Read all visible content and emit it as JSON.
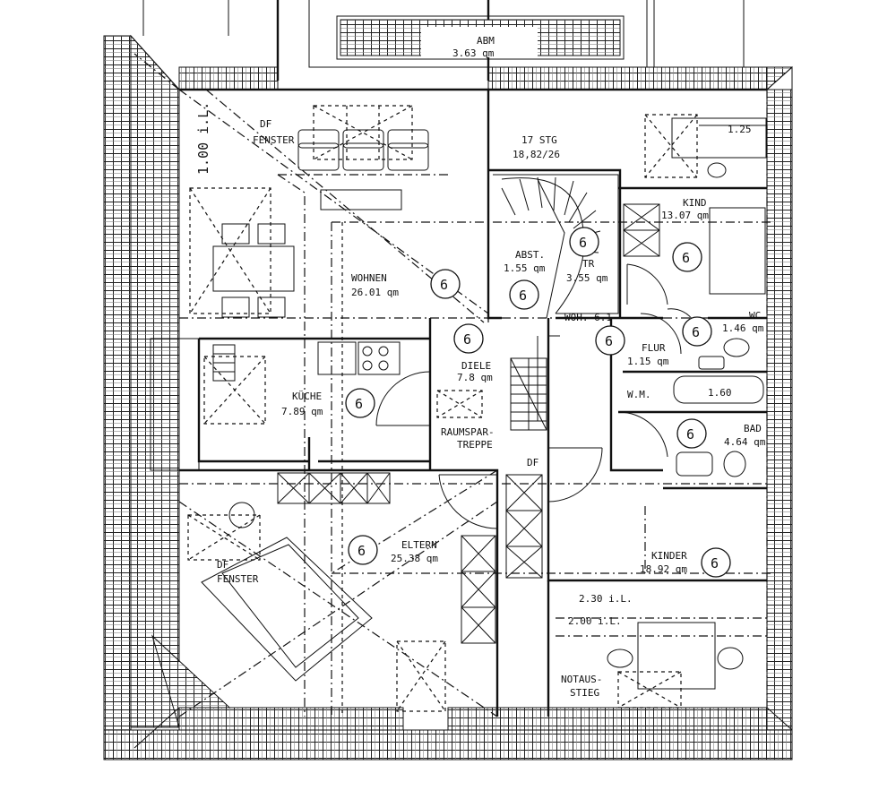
{
  "rooms": {
    "abm_name": "ABM",
    "abm_area": "3.63 qm",
    "df_fenster_1a": "DF",
    "df_fenster_1b": "FENSTER",
    "height_left": "1.00 i.L.",
    "stairs_count": "17 STG",
    "stairs_ratio": "18,82/26",
    "width_125": "1.25",
    "kind_name": "KIND",
    "kind_area": "13.07 qm",
    "wohnen_name": "WOHNEN",
    "wohnen_area": "26.01 qm",
    "abst_name": "ABST.",
    "abst_area": "1.55 qm",
    "tr_name": "TR",
    "tr_area": "3.55 qm",
    "wohn_label": "WOH. 6.1",
    "wc_name": "WC",
    "wc_area": "1.46 qm",
    "flur_name": "FLUR",
    "flur_area": "1.15 qm",
    "diele_name": "DIELE",
    "diele_area": "7.8 qm",
    "kueche_name": "KÜCHE",
    "kueche_area": "7.89 qm",
    "wm_label": "W.M.",
    "width_160": "1.60",
    "raumspar_a": "RAUMSPAR-",
    "raumspar_b": "TREPPE",
    "bad_name": "BAD",
    "bad_area": "4.64 qm",
    "df_small": "DF",
    "df_fenster_2a": "DF",
    "df_fenster_2b": "FENSTER",
    "eltern_name": "ELTERN",
    "eltern_area": "25.38 qm",
    "kinder_name": "KINDER",
    "kinder_area": "18.92 qm",
    "height_230": "2.30 i.L.",
    "height_200": "2.00 i.L.",
    "notaus_a": "NOTAUS-",
    "notaus_b": "STIEG"
  },
  "markers": {
    "circle_label": "6"
  }
}
